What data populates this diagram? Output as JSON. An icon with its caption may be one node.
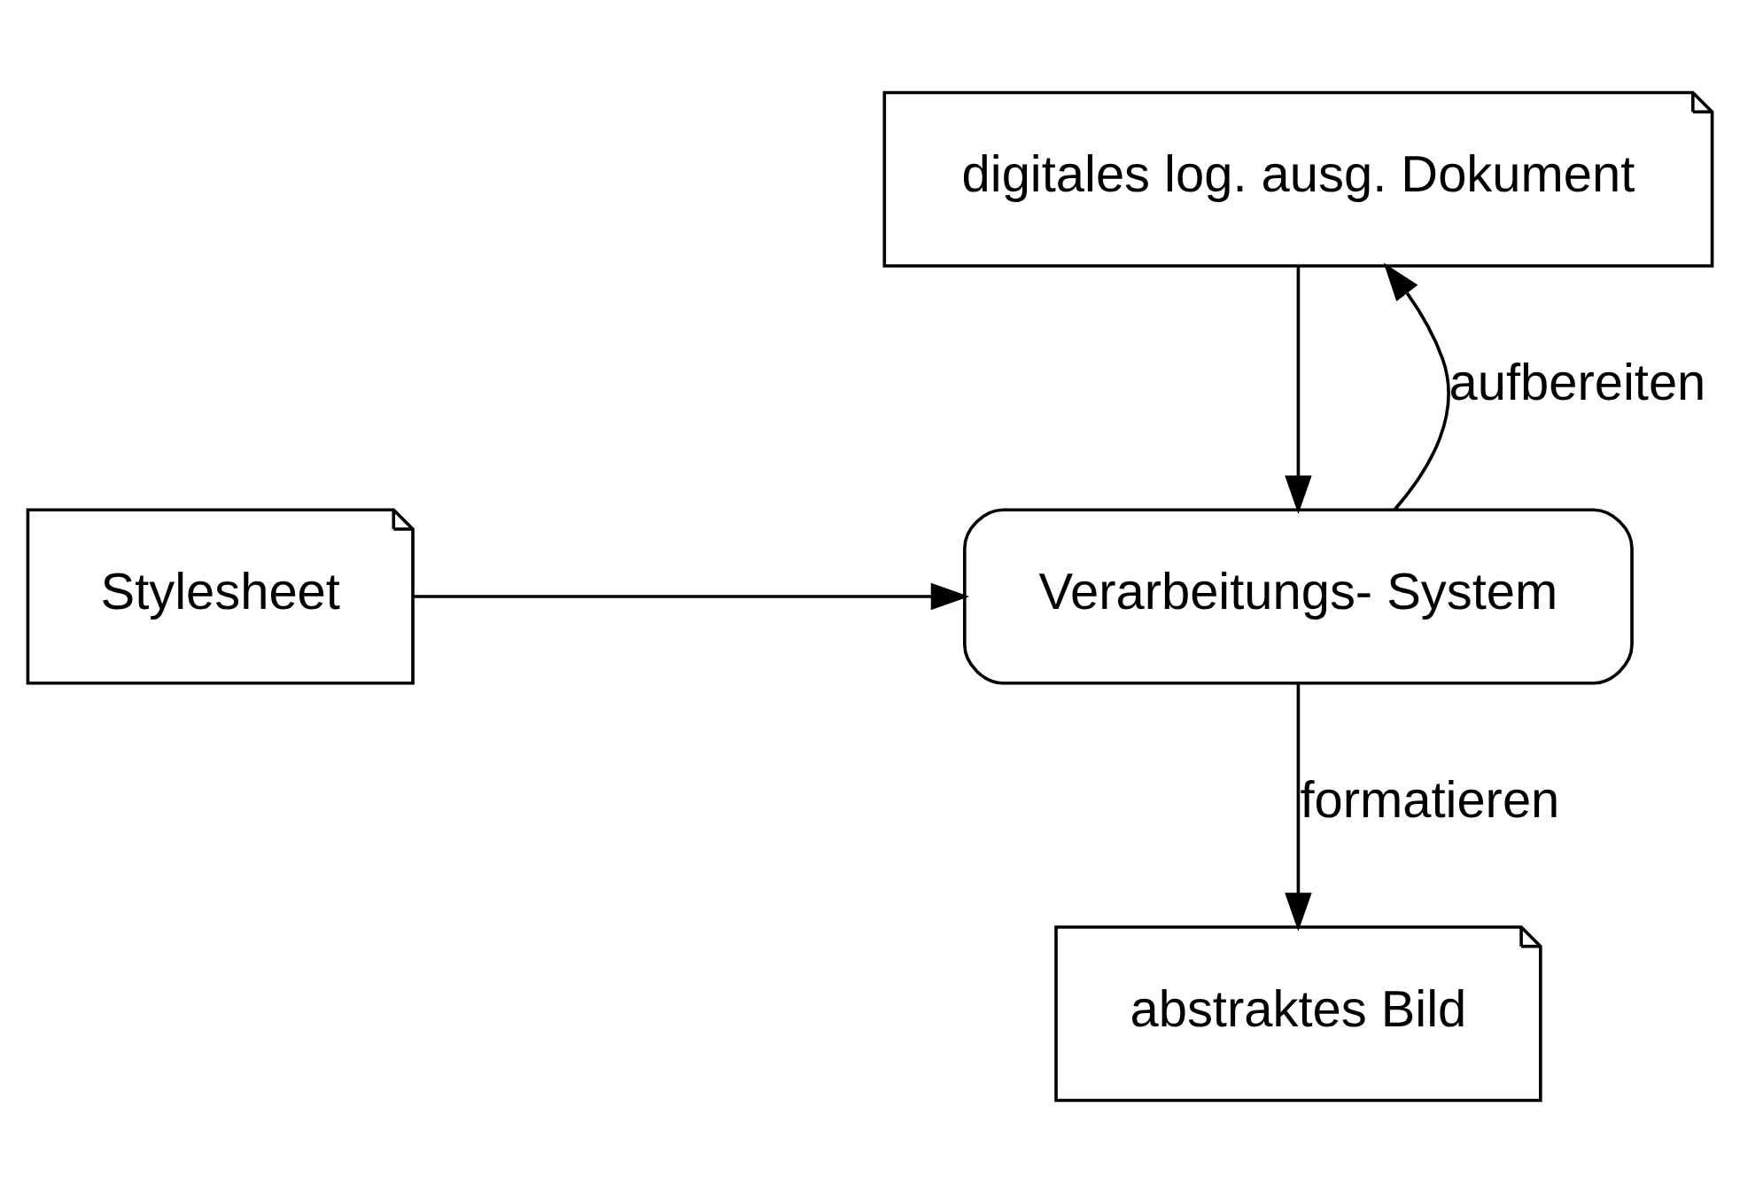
{
  "diagram": {
    "nodes": [
      {
        "text": [
          "digitales log. ausg. Dokument"
        ]
      },
      {
        "text": [
          "Verarbeitungs- System"
        ]
      },
      {
        "text": [
          "Stylesheet"
        ]
      },
      {
        "text": [
          "abstraktes Bild"
        ]
      }
    ],
    "edges": [
      {
        "from": 0,
        "to": 1,
        "arrow": "to"
      },
      {
        "from": 2,
        "to": 1,
        "arrow": "to"
      },
      {
        "from": 1,
        "to": 3,
        "arrow": "to",
        "label": "formatieren"
      },
      {
        "from": 1,
        "to": 0,
        "arrow": "to",
        "label": "aufbereiten"
      }
    ]
  }
}
